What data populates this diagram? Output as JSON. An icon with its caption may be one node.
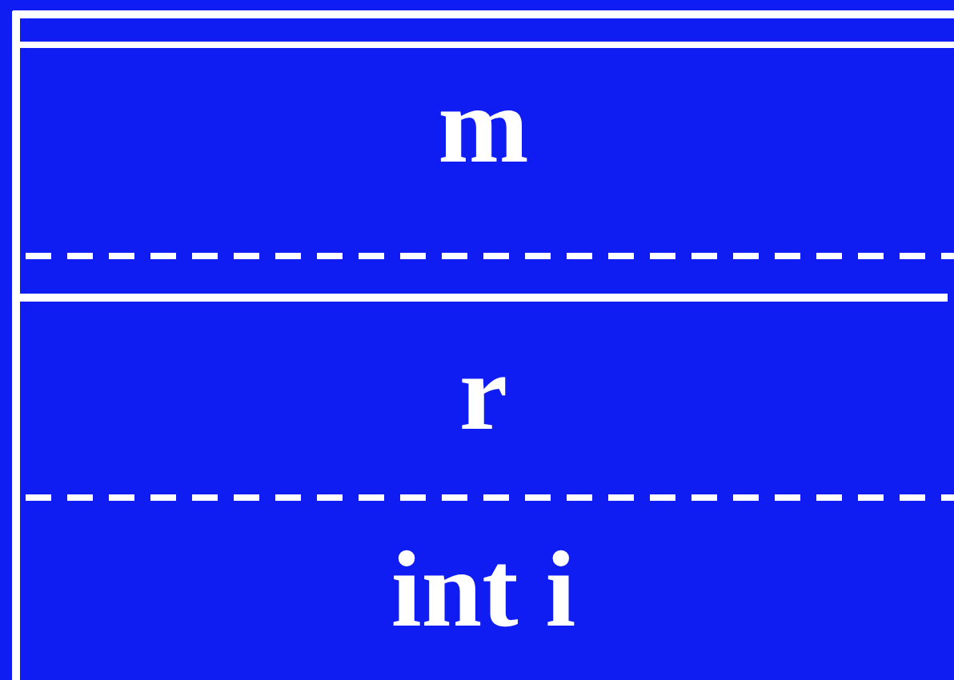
{
  "diagram": {
    "nodes": [
      {
        "text": [
          "m"
        ]
      },
      {
        "text": [
          "r"
        ]
      },
      {
        "text": [
          "int i"
        ]
      }
    ]
  }
}
